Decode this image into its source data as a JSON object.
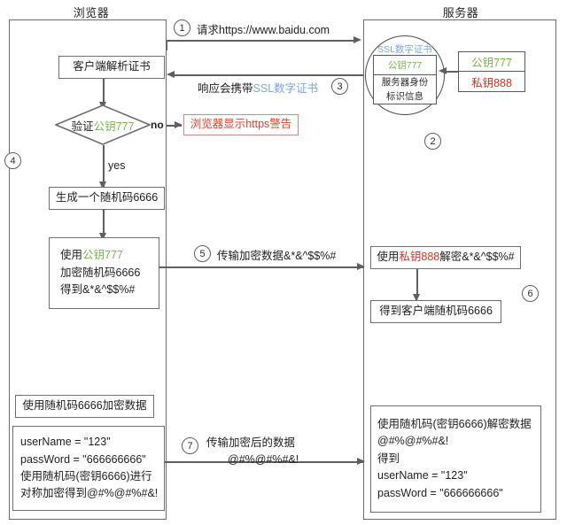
{
  "diagram": {
    "title_browser": "浏览器",
    "title_server": "服务器"
  },
  "browser": {
    "parse_cert_box": "客户端解析证书",
    "verify_diamond": {
      "prefix": "验证",
      "key": "公钥777"
    },
    "no_label": "no",
    "yes_label": "yes",
    "warning_box": "浏览器显示https警告",
    "random_box": "生成一个随机码6666",
    "encrypt_box": {
      "line1_prefix": "使用",
      "line1_key": "公钥777",
      "line2": "加密随机码6666",
      "line3": "得到&*&^$$%#"
    },
    "symmetric_box": "使用随机码6666加密数据",
    "payload_box": {
      "line1": "userName = \"123\"",
      "line2": "passWord = \"666666666\"",
      "line3": "使用随机码(密钥6666)进行",
      "line4": "对称加密得到@#%@#%#&!"
    },
    "step4": "4"
  },
  "server": {
    "cert": {
      "title": "SSL数字证书",
      "public_key": "公钥777",
      "identity_line1": "服务器身份",
      "identity_line2": "标识信息"
    },
    "keypair": {
      "public_key": "公钥777",
      "private_key": "私钥888"
    },
    "step2": "2",
    "step6": "6",
    "decrypt_box": {
      "prefix": "使用",
      "key": "私钥888",
      "suffix": "解密&*&^$$%#"
    },
    "got_random_box": "得到客户端随机码6666",
    "decrypt_data_box": {
      "line1": "使用随机码(密钥6666)解密数据",
      "line2": "@#%@#%#&!",
      "line3": "得到",
      "line4": "userName = \"123\"",
      "line5": "passWord = \"666666666\""
    }
  },
  "flows": {
    "step1": {
      "num": "1",
      "label": "请求https://www.baidu.com"
    },
    "step3": {
      "num": "3",
      "label_prefix": "响应会携带",
      "label_accent": "SSL数字证书"
    },
    "step5": {
      "num": "5",
      "label": "传输加密数据&*&^$$%#"
    },
    "step7": {
      "num": "7",
      "line1": "传输加密后的数据",
      "line2": "@#%@#%#&!"
    }
  },
  "colors": {
    "public_key": "#79b84b",
    "private_key": "#ef2a1f",
    "ssl_accent": "#7aa7dd",
    "warning": "#ef2a1f",
    "stroke": "#5f5f5f"
  }
}
